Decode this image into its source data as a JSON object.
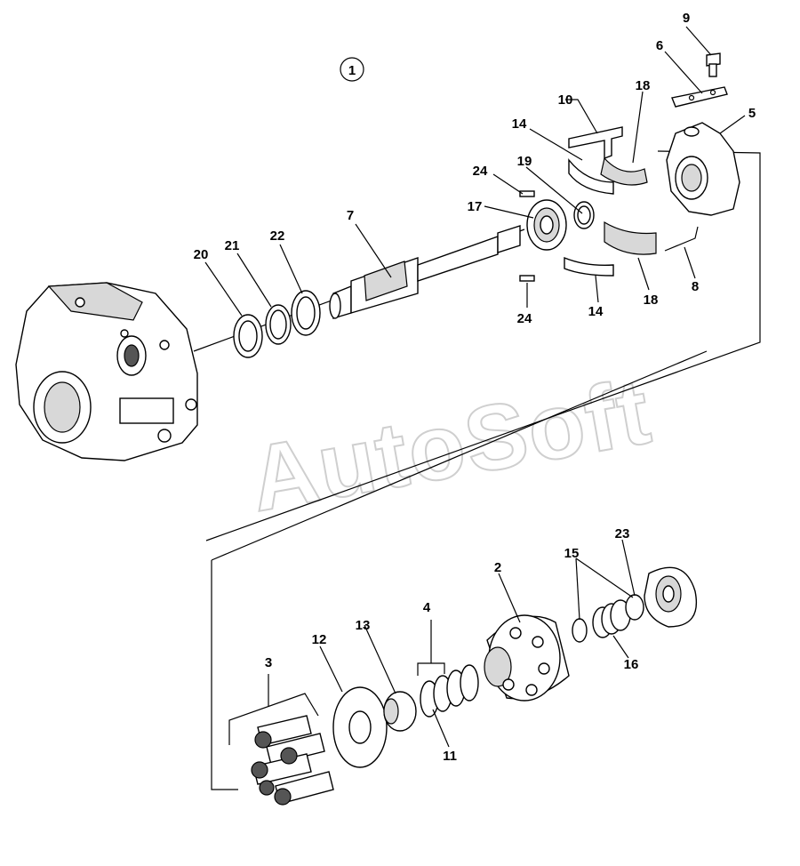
{
  "diagram": {
    "figure_number": "1",
    "watermark": "AutoSoft",
    "callouts": {
      "c9": "9",
      "c6": "6",
      "c5": "5",
      "c10": "10",
      "c18a": "18",
      "c14a": "14",
      "c19": "19",
      "c24a": "24",
      "c17": "17",
      "c7": "7",
      "c8": "8",
      "c18b": "18",
      "c14b": "14",
      "c24b": "24",
      "c20": "20",
      "c21": "21",
      "c22": "22",
      "c2": "2",
      "c15": "15",
      "c23": "23",
      "c16": "16",
      "c4": "4",
      "c13": "13",
      "c12": "12",
      "c3": "3",
      "c11": "11"
    }
  }
}
